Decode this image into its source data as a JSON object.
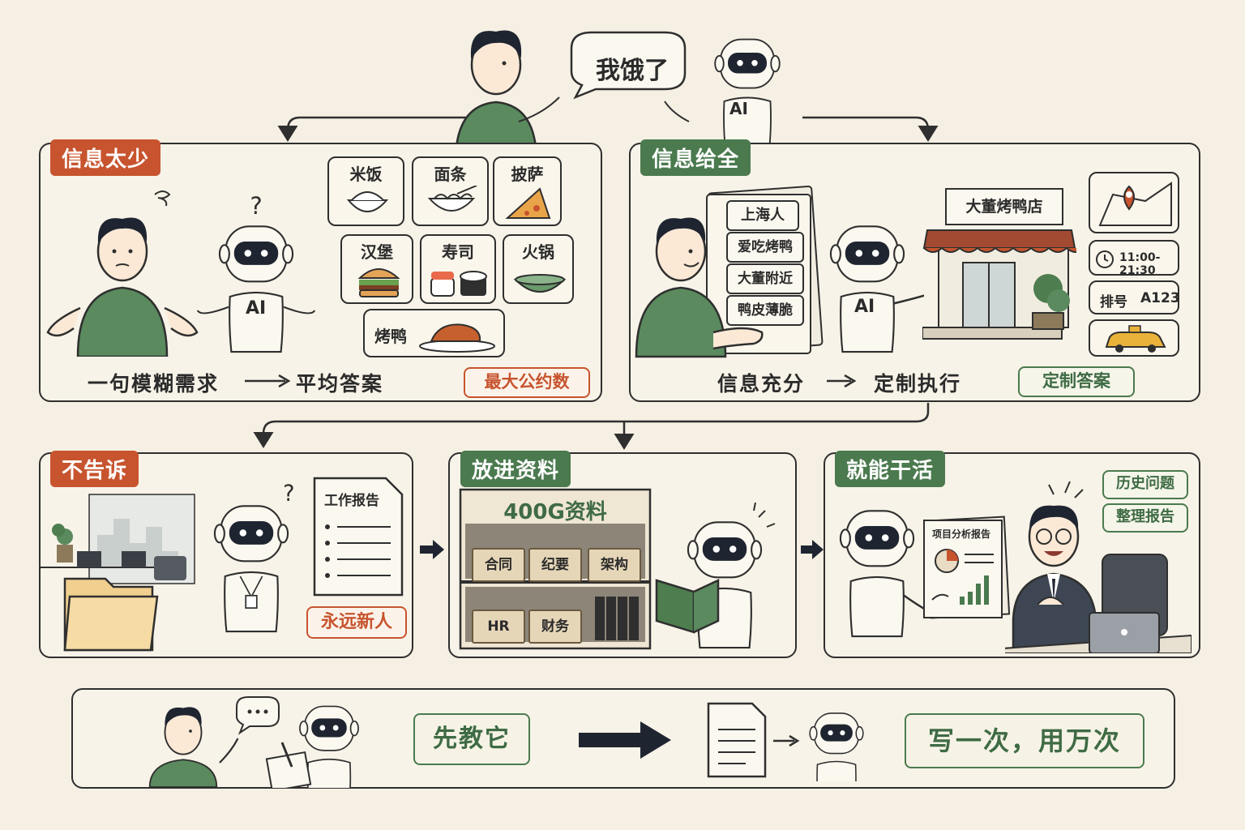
{
  "top": {
    "speech": "我饿了",
    "robot_label": "AI"
  },
  "panel1": {
    "tag": "信息太少",
    "foods": [
      "米饭",
      "面条",
      "披萨",
      "汉堡",
      "寿司",
      "火锅",
      "烤鸭"
    ],
    "robot_label": "AI",
    "flow_left": "一句模糊需求",
    "flow_right": "平均答案",
    "badge": "最大公约数"
  },
  "panel2": {
    "tag": "信息给全",
    "cards": [
      "上海人",
      "爱吃烤鸭",
      "大董附近",
      "鸭皮薄脆"
    ],
    "robot_label": "AI",
    "store_sign": "大董烤鸭店",
    "hours": "11:00-21:30",
    "queue_label": "排号",
    "queue_no": "A123",
    "flow_left": "信息充分",
    "flow_right": "定制执行",
    "badge": "定制答案"
  },
  "panel3": {
    "tag": "不告诉",
    "doc_title": "工作报告",
    "badge": "永远新人"
  },
  "panel4": {
    "tag": "放进资料",
    "shelf_title": "400G资料",
    "boxes": [
      "合同",
      "纪要",
      "架构",
      "HR",
      "财务"
    ]
  },
  "panel5": {
    "tag": "就能干活",
    "report_title": "项目分析报告",
    "badges": [
      "历史问题",
      "整理报告"
    ]
  },
  "bottom": {
    "left_badge": "先教它",
    "right_badge": "写一次，用万次"
  },
  "colors": {
    "red": "#c7542e",
    "green": "#4a7a4e",
    "ink": "#2f2f2f",
    "bg": "#f6f0e4"
  }
}
